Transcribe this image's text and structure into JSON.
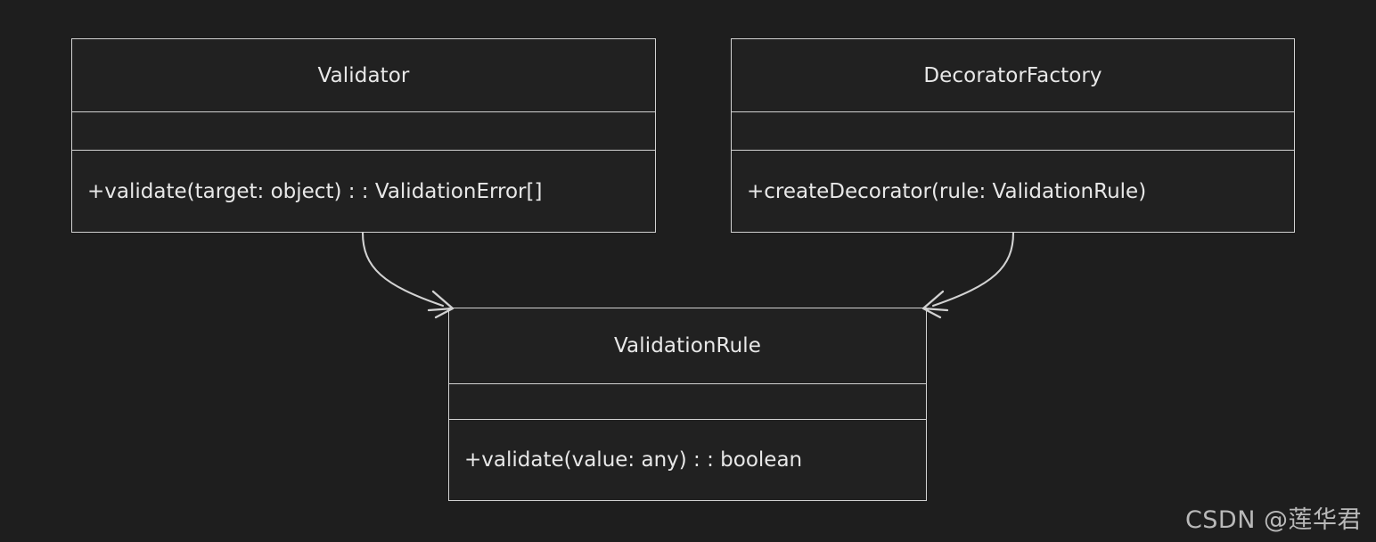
{
  "diagram": {
    "type": "uml-class-diagram",
    "background_color": "#1e1e1e",
    "line_color": "#d2d2d2",
    "text_color": "#e8e8e8",
    "classes": [
      {
        "id": "validator",
        "name": "Validator",
        "attributes": [],
        "methods": [
          "+validate(target: object) : : ValidationError[]"
        ]
      },
      {
        "id": "decoratorfactory",
        "name": "DecoratorFactory",
        "attributes": [],
        "methods": [
          "+createDecorator(rule: ValidationRule)"
        ]
      },
      {
        "id": "validationrule",
        "name": "ValidationRule",
        "attributes": [],
        "methods": [
          "+validate(value: any) : : boolean"
        ]
      }
    ],
    "relationships": [
      {
        "id": "validator-to-validationrule",
        "from": "validator",
        "to": "validationrule",
        "style": "curved",
        "arrowhead": "open"
      },
      {
        "id": "decoratorfactory-to-validationrule",
        "from": "decoratorfactory",
        "to": "validationrule",
        "style": "curved",
        "arrowhead": "open"
      }
    ]
  },
  "watermark": {
    "text": "CSDN @莲华君"
  }
}
